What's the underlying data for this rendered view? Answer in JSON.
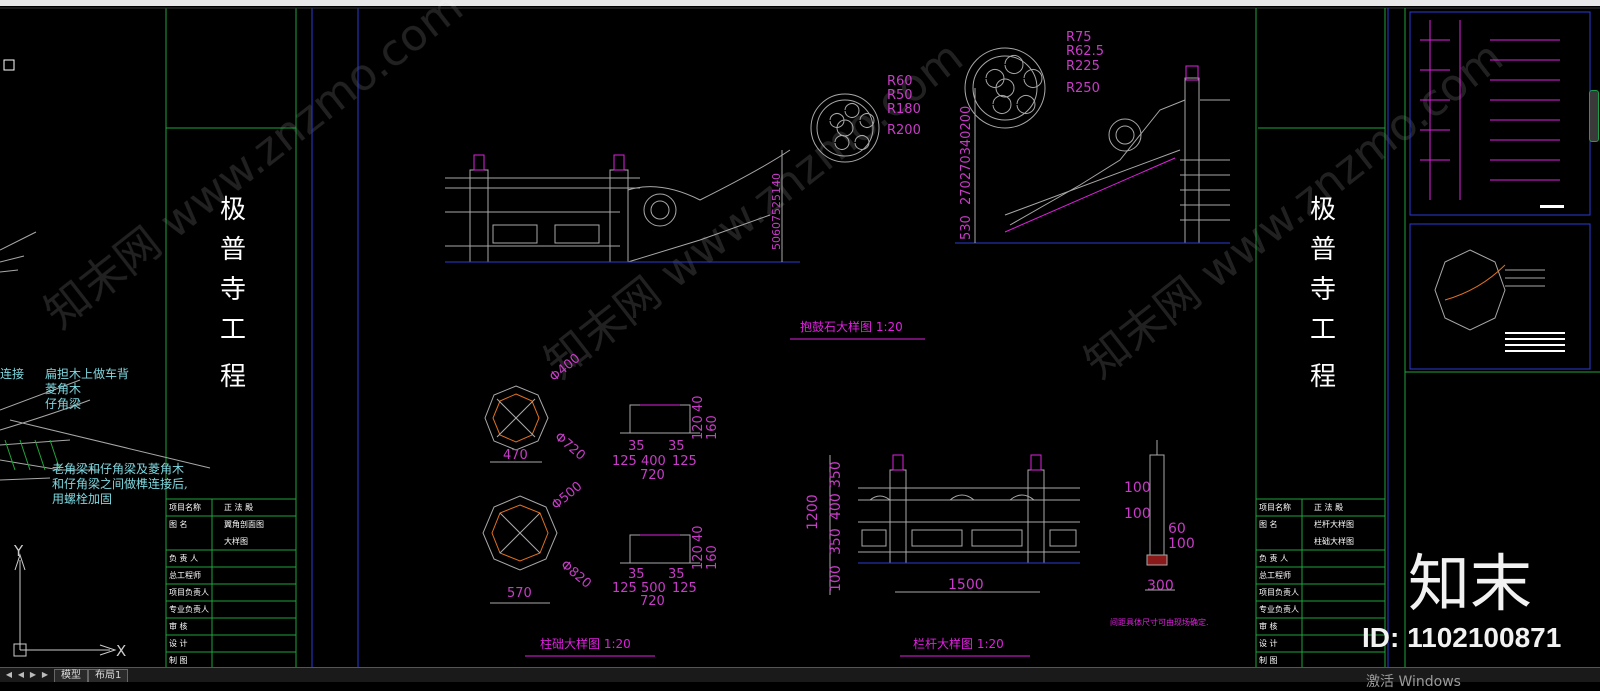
{
  "colors": {
    "frame_green": "#1fa33a",
    "frame_blue": "#2a3bd4",
    "title_magenta": "#e020e0",
    "dim_magenta": "#c83cc8",
    "line_gray": "#a8a8a8",
    "octagon_orange": "#e07020",
    "annot_cyan": "#7fd8e0",
    "text_white": "#ffffff"
  },
  "project_title": [
    "极",
    "普",
    "寺",
    "工",
    "程"
  ],
  "left_notes": [
    "连接",
    "扁担木上做车背",
    "菱角木",
    "仔角梁",
    "老角梁和仔角梁及菱角木",
    "和仔角梁之间做榫连接后,",
    "用螺栓加固"
  ],
  "titleblock_left": {
    "rows": [
      {
        "label": "项目名称",
        "value": "正 法 殿"
      },
      {
        "label": "图    名",
        "value": "翼角剖面图"
      },
      {
        "label": "",
        "value": "大样图"
      },
      {
        "label": "负 责 人",
        "value": ""
      },
      {
        "label": "总工程师",
        "value": ""
      },
      {
        "label": "项目负责人",
        "value": ""
      },
      {
        "label": "专业负责人",
        "value": ""
      },
      {
        "label": "审    核",
        "value": ""
      },
      {
        "label": "设    计",
        "value": ""
      },
      {
        "label": "制    图",
        "value": ""
      }
    ]
  },
  "titleblock_right": {
    "rows": [
      {
        "label": "项目名称",
        "value": "正 法 殿"
      },
      {
        "label": "图    名",
        "value": "栏杆大样图"
      },
      {
        "label": "",
        "value": "柱础大样图"
      },
      {
        "label": "负 责 人",
        "value": ""
      },
      {
        "label": "总工程师",
        "value": ""
      },
      {
        "label": "项目负责人",
        "value": ""
      },
      {
        "label": "专业负责人",
        "value": ""
      },
      {
        "label": "审    核",
        "value": ""
      },
      {
        "label": "设    计",
        "value": ""
      },
      {
        "label": "制    图",
        "value": ""
      }
    ]
  },
  "drawing_titles": {
    "baogu": "抱鼓石大样图   1:20",
    "zhuchu": "柱础大样图   1:20",
    "langan": "栏杆大样图   1:20"
  },
  "radii_small": [
    "R60",
    "R50",
    "R180",
    "R200"
  ],
  "radii_large": [
    "R75",
    "R62.5",
    "R225",
    "R250"
  ],
  "dims_baogu_left": "50607525140",
  "dims_baogu_right": [
    "530",
    "270270340200"
  ],
  "zhuchu_1": {
    "dia_in": "Φ400",
    "dia_out": "Φ720",
    "width": "470",
    "row1": [
      "35",
      "35"
    ],
    "row2": [
      "125",
      "400",
      "125"
    ],
    "total": "720",
    "heights": [
      "40",
      "120",
      "160"
    ]
  },
  "zhuchu_2": {
    "dia_in": "Φ500",
    "dia_out": "Φ820",
    "width": "570",
    "row1": [
      "35",
      "35"
    ],
    "row2": [
      "125",
      "500",
      "125"
    ],
    "total": "720",
    "heights": [
      "40",
      "120",
      "160"
    ]
  },
  "langan_dims": {
    "total_h": "1200",
    "h_parts": [
      "350",
      "400",
      "350",
      "100"
    ],
    "width": "1500"
  },
  "section_dims": [
    "100",
    "100",
    "60",
    "100",
    "300"
  ],
  "note_bottom": "间距具体尺寸可由现场确定.",
  "axis": {
    "y": "Y",
    "x": "X"
  },
  "tabs": [
    "模型",
    "布局1"
  ],
  "watermark_site": "知末网 www.znzmo.com",
  "watermark_brand": "知末",
  "watermark_id": "ID: 1102100871",
  "activate_text": "激活 Windows"
}
